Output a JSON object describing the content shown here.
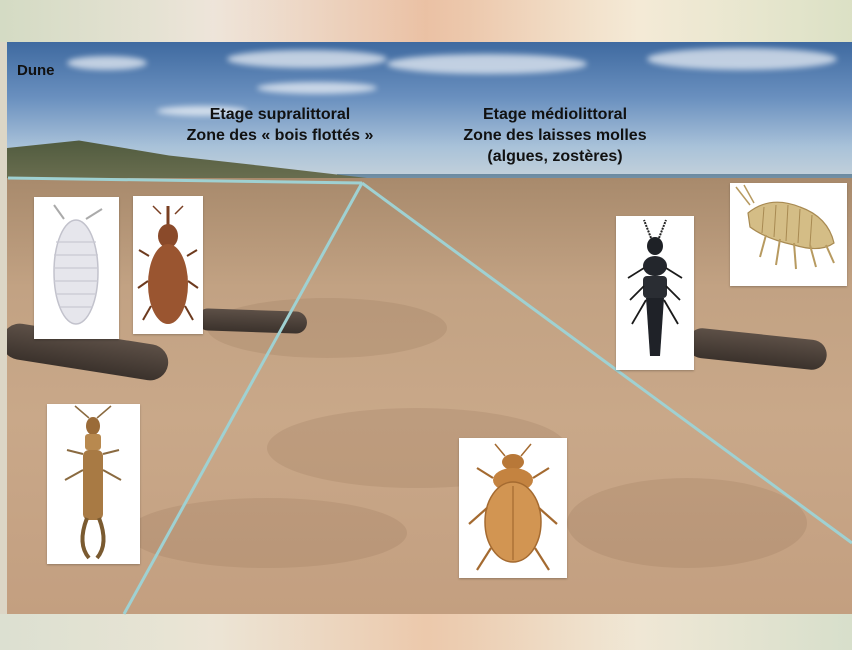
{
  "labels": {
    "dune": "Dune",
    "supra_line1": "Etage supralittoral",
    "supra_line2": "Zone des « bois flottés »",
    "medio_line1": "Etage médiolittoral",
    "medio_line2": "Zone des laisses  molles",
    "medio_line3": "(algues, zostères)"
  },
  "illustrations": [
    {
      "name": "woodlouse",
      "color": "#e8e8ee"
    },
    {
      "name": "weevil",
      "color": "#8a4a2a"
    },
    {
      "name": "earwig",
      "color": "#b8894f"
    },
    {
      "name": "rove-beetle",
      "color": "#1f2228"
    },
    {
      "name": "sand-hopper",
      "color": "#c9b07a"
    },
    {
      "name": "dung-beetle",
      "color": "#c98a45"
    }
  ],
  "colors": {
    "zone_lines": "#9fd1d2"
  }
}
